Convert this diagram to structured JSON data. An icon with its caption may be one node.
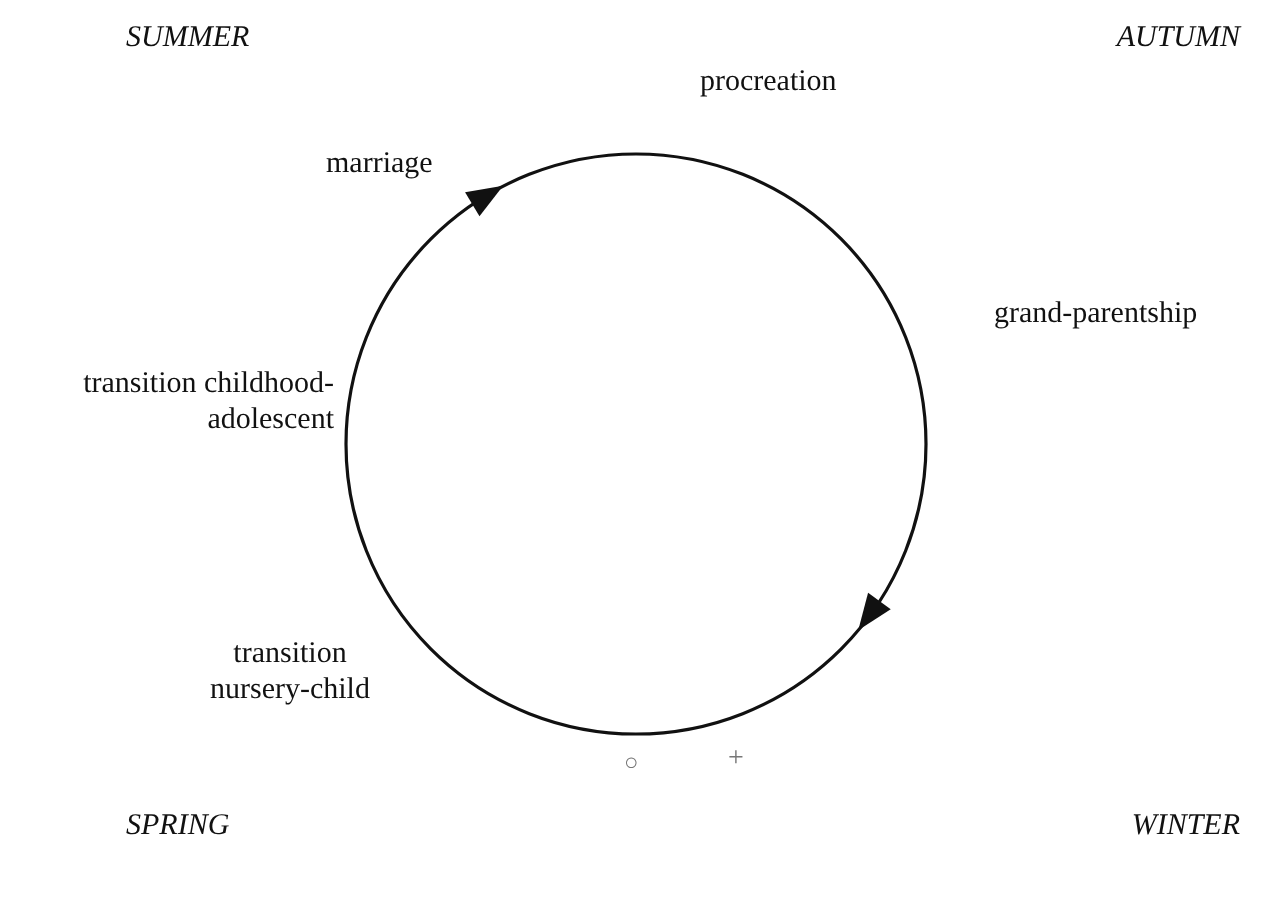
{
  "diagram": {
    "labels": [
      "SUMMER",
      "AUTUMN",
      "procreation",
      "marriage",
      "grand-parentship",
      "transition childhood-adolescent",
      "transition nursery-child",
      "○",
      "+",
      "SPRING",
      "WINTER"
    ]
  }
}
